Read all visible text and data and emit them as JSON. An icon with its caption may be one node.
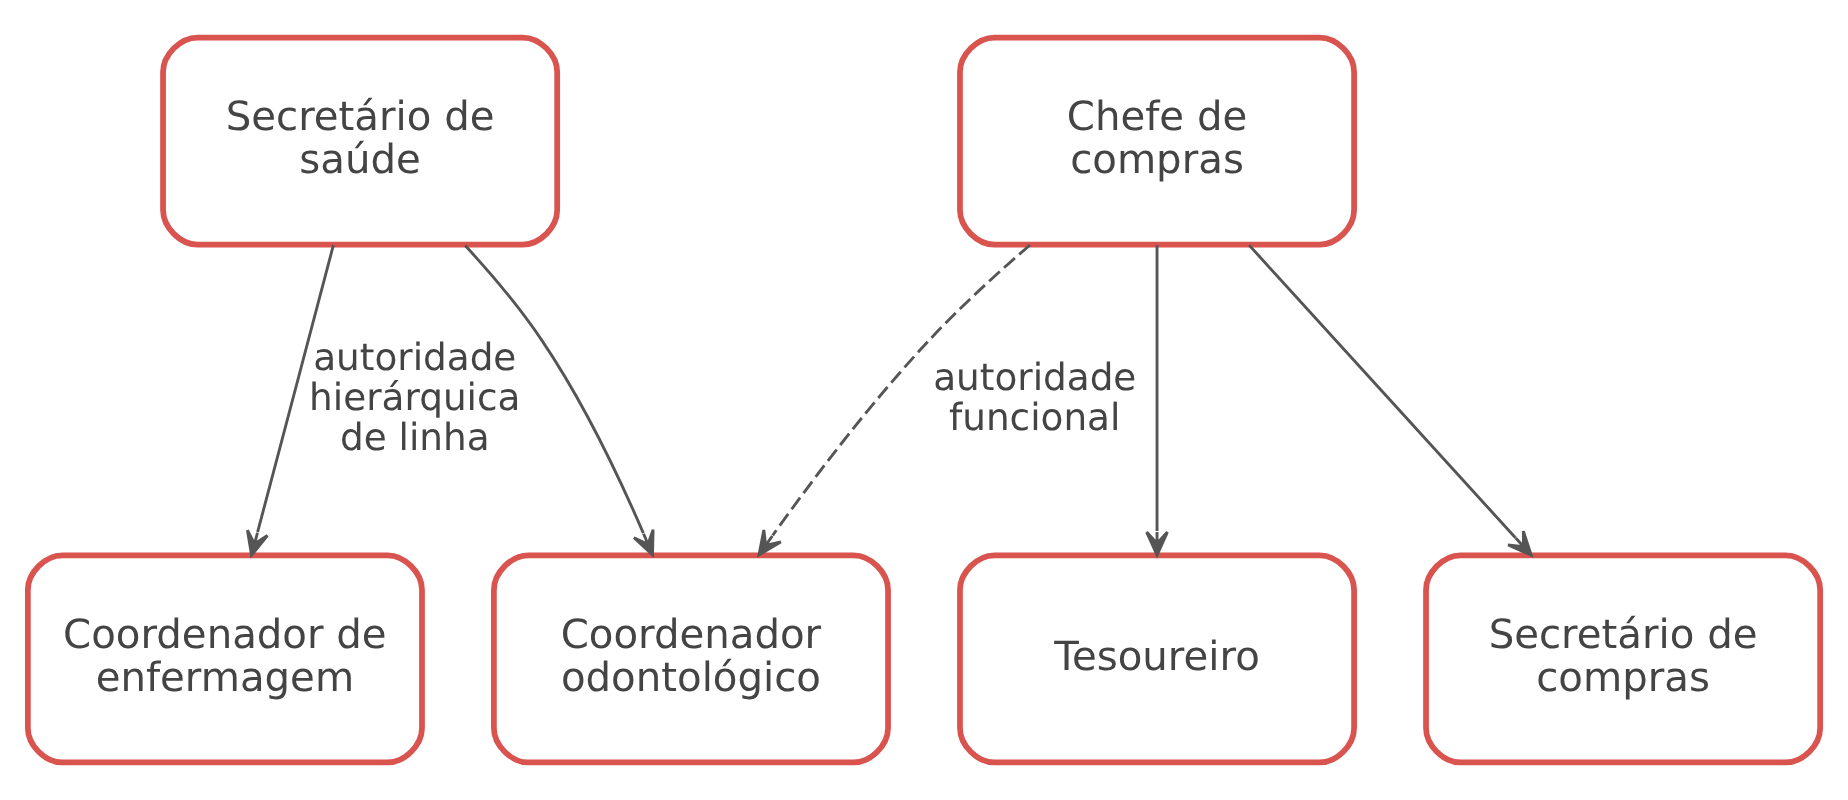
{
  "diagram": {
    "nodes": [
      {
        "text": [
          "Secretário de saúde"
        ]
      },
      {
        "text": [
          "Coordenador de enfermagem"
        ]
      },
      {
        "text": [
          "Coordenador odontológico"
        ]
      },
      {
        "text": [
          "Chefe de compras"
        ]
      },
      {
        "text": [
          "Tesoureiro"
        ]
      },
      {
        "text": [
          "Secretário de compras"
        ]
      }
    ],
    "edges": [
      {
        "from": 0,
        "to": 1,
        "arrow": "to",
        "label": "autoridade hierárquica de linha"
      },
      {
        "from": 0,
        "to": 2,
        "arrow": "to"
      },
      {
        "from": 3,
        "to": 2,
        "arrow": "to",
        "style": "dashed",
        "label": "autoridade funcional"
      },
      {
        "from": 3,
        "to": 4,
        "arrow": "to"
      },
      {
        "from": 3,
        "to": 5,
        "arrow": "to"
      }
    ]
  }
}
